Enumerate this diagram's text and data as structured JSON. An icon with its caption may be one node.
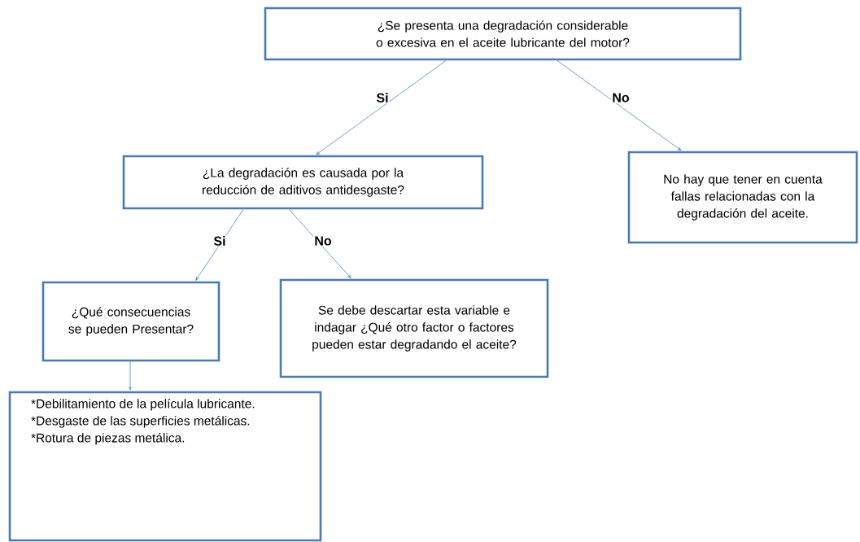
{
  "diagram": {
    "nodes": [
      {
        "text": [
          "¿Se presenta una degradación considerable o excesiva en el aceite lubricante del motor?"
        ]
      },
      {
        "text": [
          "¿La degradación es causada por la reducción de aditivos antidesgaste?"
        ]
      },
      {
        "text": [
          "No hay que tener en cuenta fallas relacionadas con la degradación del aceite."
        ]
      },
      {
        "text": [
          "¿Qué consecuencias se pueden Presentar?"
        ]
      },
      {
        "text": [
          "Se debe descartar esta variable e indagar ¿Qué otro factor o factores pueden estar degradando el aceite?"
        ]
      },
      {
        "text": [
          "*Debilitamiento de la película lubricante.",
          "*Desgaste de las superficies metálicas.",
          "*Rotura de piezas metálica."
        ]
      }
    ],
    "edges": [
      {
        "from": 0,
        "to": 1,
        "arrow": "to",
        "label": "Si"
      },
      {
        "from": 0,
        "to": 2,
        "arrow": "to",
        "label": "No"
      },
      {
        "from": 1,
        "to": 3,
        "arrow": "to",
        "label": "Si"
      },
      {
        "from": 1,
        "to": 4,
        "arrow": "to",
        "label": "No"
      },
      {
        "from": 3,
        "to": 5,
        "arrow": "to"
      }
    ]
  }
}
